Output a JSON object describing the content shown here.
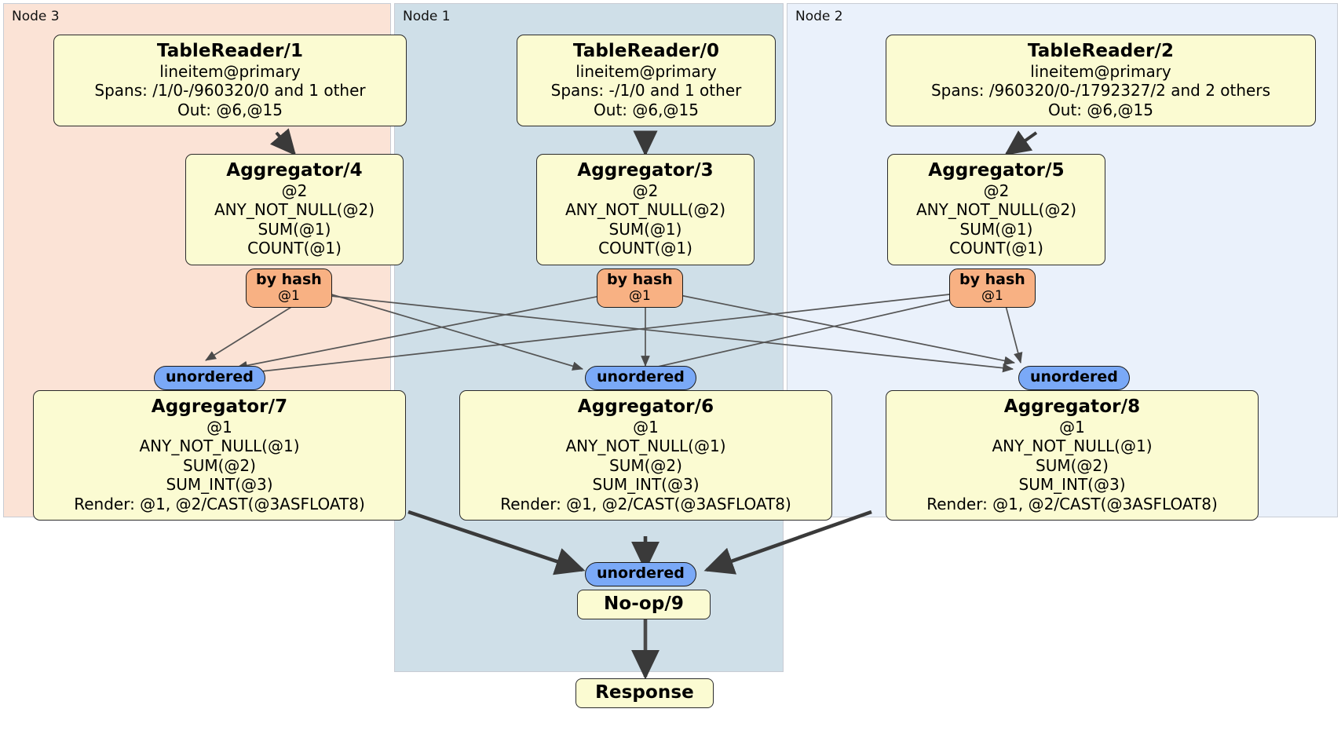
{
  "diagram": {
    "title": "distributed-query-plan",
    "colors": {
      "node3_panel": "#fbe3d6",
      "node1_panel": "#cfdfe8",
      "node2_panel": "#eaf1fb",
      "processor_box": "#fbfbd2",
      "hash_router": "#f8b183",
      "unordered_sync": "#7aa9f7",
      "edge": "#3a3a3a"
    }
  },
  "panels": [
    {
      "id": "node3",
      "label": "Node 3"
    },
    {
      "id": "node1",
      "label": "Node 1"
    },
    {
      "id": "node2",
      "label": "Node 2"
    }
  ],
  "processors": {
    "tablereader_1": {
      "title": "TableReader/1",
      "lines": [
        "lineitem@primary",
        "Spans: /1/0-/960320/0 and 1 other",
        "Out: @6,@15"
      ]
    },
    "tablereader_0": {
      "title": "TableReader/0",
      "lines": [
        "lineitem@primary",
        "Spans: -/1/0 and 1 other",
        "Out: @6,@15"
      ]
    },
    "tablereader_2": {
      "title": "TableReader/2",
      "lines": [
        "lineitem@primary",
        "Spans: /960320/0-/1792327/2 and 2 others",
        "Out: @6,@15"
      ]
    },
    "aggregator_4": {
      "title": "Aggregator/4",
      "lines": [
        "@2",
        "ANY_NOT_NULL(@2)",
        "SUM(@1)",
        "COUNT(@1)"
      ]
    },
    "aggregator_3": {
      "title": "Aggregator/3",
      "lines": [
        "@2",
        "ANY_NOT_NULL(@2)",
        "SUM(@1)",
        "COUNT(@1)"
      ]
    },
    "aggregator_5": {
      "title": "Aggregator/5",
      "lines": [
        "@2",
        "ANY_NOT_NULL(@2)",
        "SUM(@1)",
        "COUNT(@1)"
      ]
    },
    "aggregator_7": {
      "title": "Aggregator/7",
      "lines": [
        "@1",
        "ANY_NOT_NULL(@1)",
        "SUM(@2)",
        "SUM_INT(@3)",
        "Render: @1, @2/CAST(@3ASFLOAT8)"
      ]
    },
    "aggregator_6": {
      "title": "Aggregator/6",
      "lines": [
        "@1",
        "ANY_NOT_NULL(@1)",
        "SUM(@2)",
        "SUM_INT(@3)",
        "Render: @1, @2/CAST(@3ASFLOAT8)"
      ]
    },
    "aggregator_8": {
      "title": "Aggregator/8",
      "lines": [
        "@1",
        "ANY_NOT_NULL(@1)",
        "SUM(@2)",
        "SUM_INT(@3)",
        "Render: @1, @2/CAST(@3ASFLOAT8)"
      ]
    },
    "noop_9": {
      "title": "No-op/9",
      "lines": []
    },
    "response": {
      "title": "Response",
      "lines": []
    }
  },
  "routers": [
    {
      "id": "hash_4",
      "label": "by hash",
      "column": "@1"
    },
    {
      "id": "hash_3",
      "label": "by hash",
      "column": "@1"
    },
    {
      "id": "hash_5",
      "label": "by hash",
      "column": "@1"
    }
  ],
  "synchronizers": [
    {
      "id": "sync_7",
      "label": "unordered"
    },
    {
      "id": "sync_6",
      "label": "unordered"
    },
    {
      "id": "sync_8",
      "label": "unordered"
    },
    {
      "id": "sync_final",
      "label": "unordered"
    }
  ]
}
